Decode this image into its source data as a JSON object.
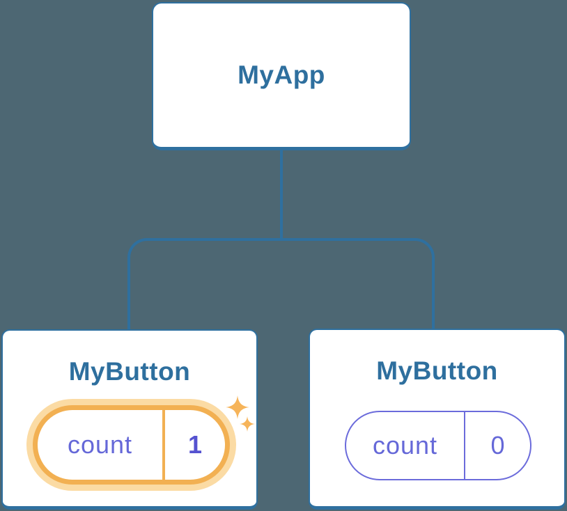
{
  "diagram": {
    "description": "React component tree with state",
    "root": {
      "label": "MyApp"
    },
    "children": [
      {
        "label": "MyButton",
        "state": {
          "key": "count",
          "value": "1"
        },
        "highlighted": true,
        "icon": "sparkles-icon"
      },
      {
        "label": "MyButton",
        "state": {
          "key": "count",
          "value": "0"
        },
        "highlighted": false
      }
    ]
  },
  "colors": {
    "background": "#4d6773",
    "node_fill": "#ffffff",
    "node_border": "#2f709f",
    "node_text": "#2e6f9e",
    "connector": "#2f709f",
    "state_purple": "#6568d8",
    "state_value_indigo": "#5552d0",
    "highlight_orange": "#f2b052",
    "highlight_glow": "#fbdba4",
    "sparkle_orange": "#f6b45a"
  }
}
